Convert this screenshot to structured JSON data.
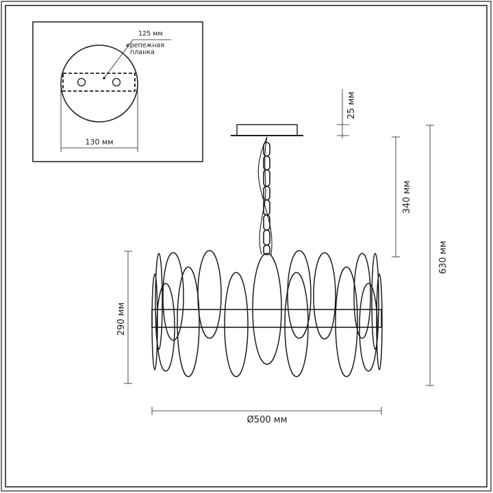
{
  "inset": {
    "bracket_width": "125 мм",
    "bracket_label_line1": "крепежная",
    "bracket_label_line2": "планка",
    "canopy_diameter": "130 мм"
  },
  "dimensions": {
    "canopy_height": "25 мм",
    "chain_length": "340 мм",
    "total_height": "630 мм",
    "shade_height": "290 мм",
    "diameter": "Ø500 мм"
  }
}
